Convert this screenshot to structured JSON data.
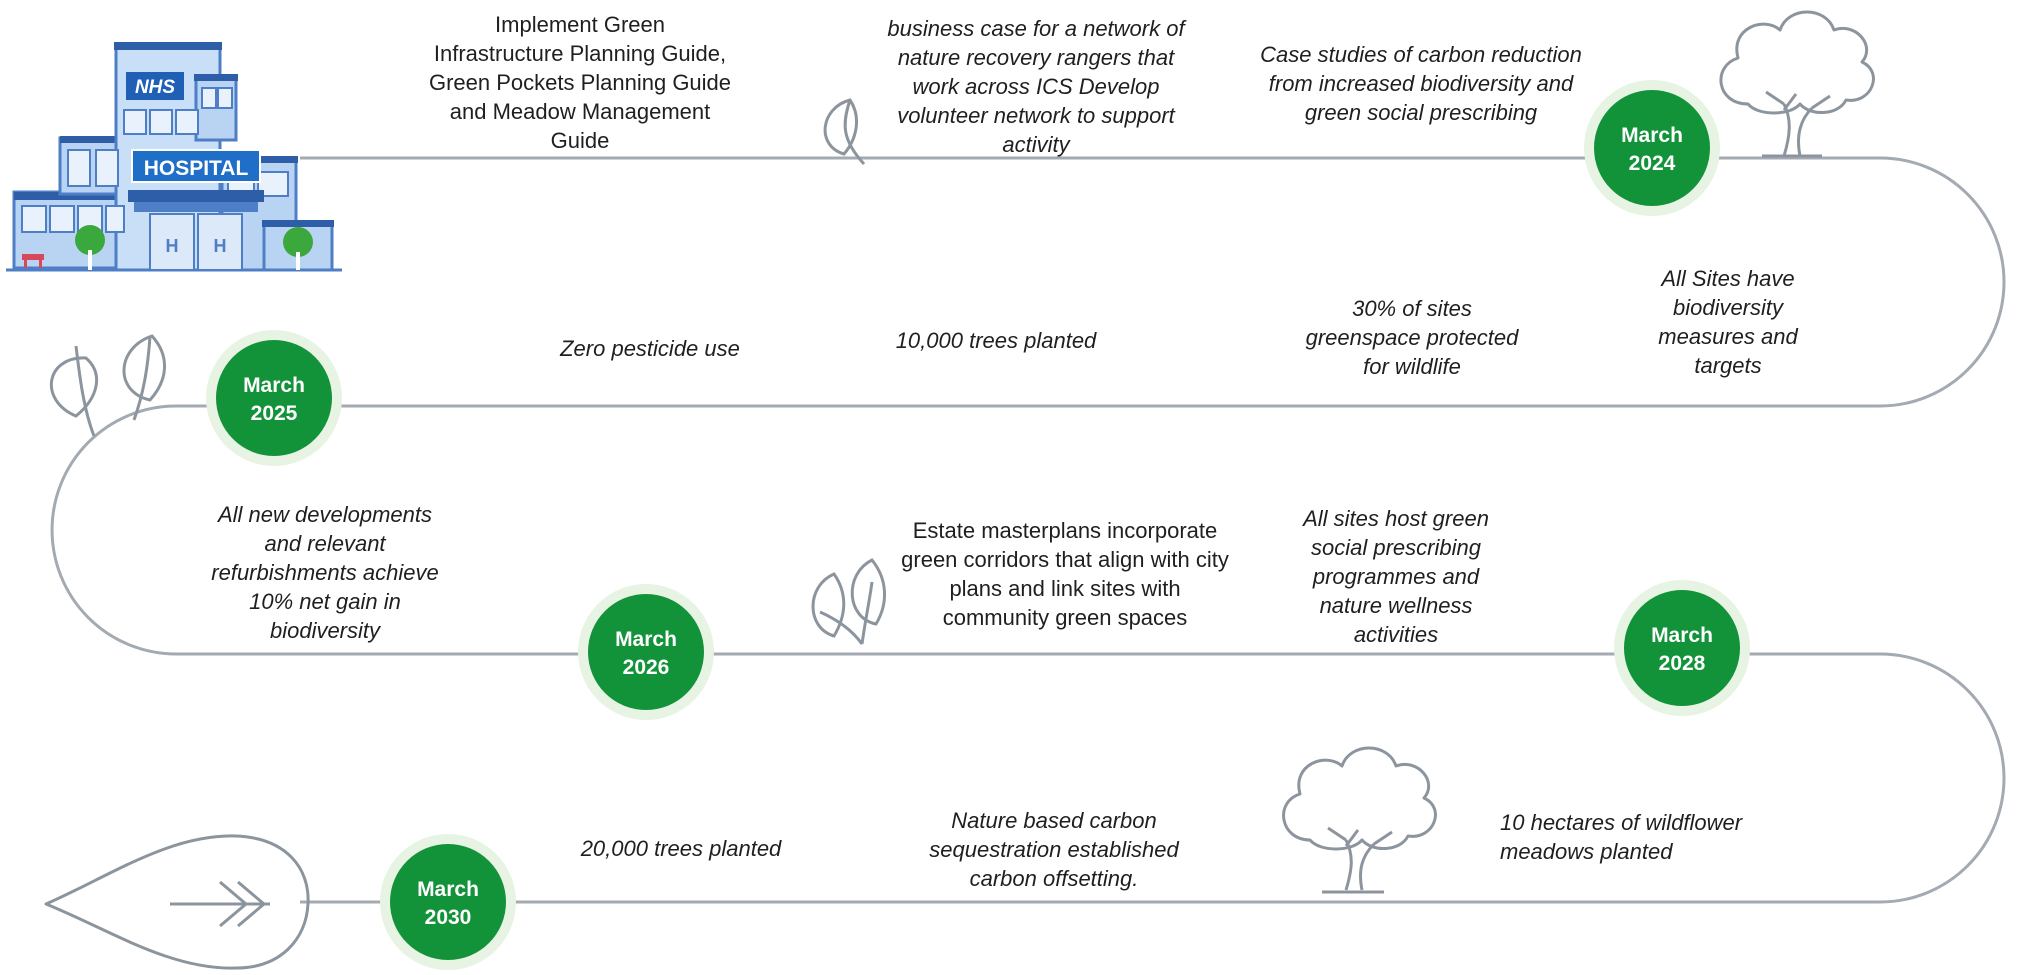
{
  "colors": {
    "path": "#a3aab2",
    "milestone_fill": "#12933a",
    "milestone_halo": "#e7f3e3",
    "icon_stroke": "#8c959e",
    "building_blue": "#4e7fc6",
    "nhs_blue": "#1f5fb5"
  },
  "building": {
    "nhs_label": "NHS",
    "hospital_label": "HOSPITAL",
    "door_letter_1": "H",
    "door_letter_2": "H",
    "icon": "hospital-building-icon"
  },
  "milestones": [
    {
      "id": "m2024",
      "month": "March",
      "year": "2024"
    },
    {
      "id": "m2025",
      "month": "March",
      "year": "2025"
    },
    {
      "id": "m2026",
      "month": "March",
      "year": "2026"
    },
    {
      "id": "m2028",
      "month": "March",
      "year": "2028"
    },
    {
      "id": "m2030",
      "month": "March",
      "year": "2030"
    }
  ],
  "notes": {
    "green_infrastructure": "Implement Green\nInfrastructure Planning Guide,\nGreen Pockets Planning Guide\nand Meadow Management\nGuide",
    "rangers": "business case for a network of\nnature recovery rangers that\nwork across ICS Develop\nvolunteer network to support\nactivity",
    "case_studies": "Case studies of carbon reduction\nfrom increased biodiversity and\ngreen social prescribing",
    "biodiversity_targets": "All Sites have\nbiodiversity\nmeasures and\ntargets",
    "greenspace": "30% of sites\ngreenspace protected\nfor wildlife",
    "trees_10k": "10,000 trees planted",
    "pesticide": "Zero pesticide use",
    "net_gain": "All new developments\nand relevant\nrefurbishments achieve\n10% net gain in\nbiodiversity",
    "masterplans": "Estate masterplans incorporate\ngreen corridors that align with city\nplans and link sites with\ncommunity green spaces",
    "social_prescribing": "All sites host green\nsocial prescribing\nprogrammes and\nnature wellness\nactivities",
    "wildflower": "10 hectares of wildflower\nmeadows planted",
    "carbon_sequestration": "Nature based carbon\nsequestration established\ncarbon offsetting.",
    "trees_20k": "20,000 trees planted"
  },
  "icons": [
    "tree-icon",
    "leaf-icon",
    "leaf-pair-icon",
    "double-leaf-icon",
    "big-leaf-arrow-icon"
  ]
}
